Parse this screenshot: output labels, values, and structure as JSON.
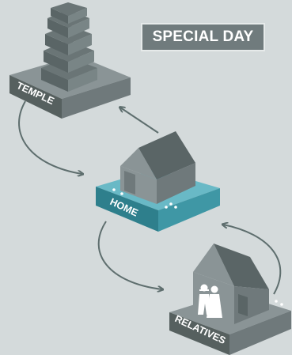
{
  "badge": {
    "text": "SPECIAL DAY"
  },
  "nodes": {
    "temple": {
      "label": "TEMPLE"
    },
    "home": {
      "label": "HOME"
    },
    "relatives": {
      "label": "RELATIVES"
    }
  },
  "colors": {
    "background": "#d4dadb",
    "platform_top": "#8a9496",
    "platform_side_dark": "#56605f",
    "platform_side_light": "#6f797b",
    "home_top": "#69b9c6",
    "home_side_dark": "#2e7f8c",
    "home_side_light": "#3f97a5",
    "building_dark": "#5a6566",
    "building_light": "#798586",
    "arrow": "#5e6e6e"
  }
}
